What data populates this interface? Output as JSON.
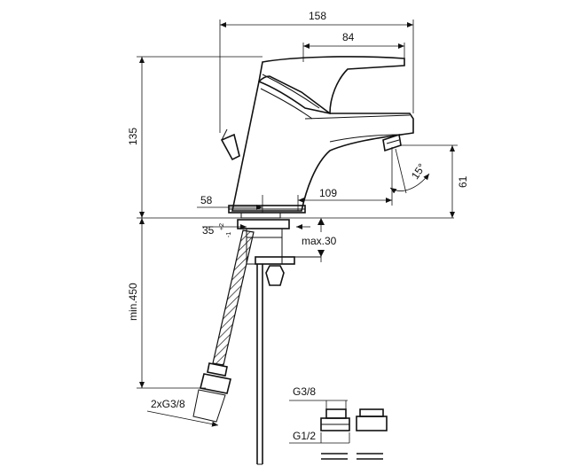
{
  "dimensions": {
    "total_width": "158",
    "handle_width": "84",
    "height": "135",
    "spout_height": "61",
    "base_offset": "58",
    "reach": "109",
    "tolerance": "35",
    "tolerance_sub": "+2",
    "tolerance_sub2": "-1",
    "max_thickness": "max.30",
    "hose_length": "min.450",
    "hose_thread": "2xG3/8",
    "thread_upper": "G3/8",
    "thread_lower": "G1/2",
    "angle": "15°"
  },
  "colors": {
    "line": "#111111",
    "background": "#ffffff"
  }
}
